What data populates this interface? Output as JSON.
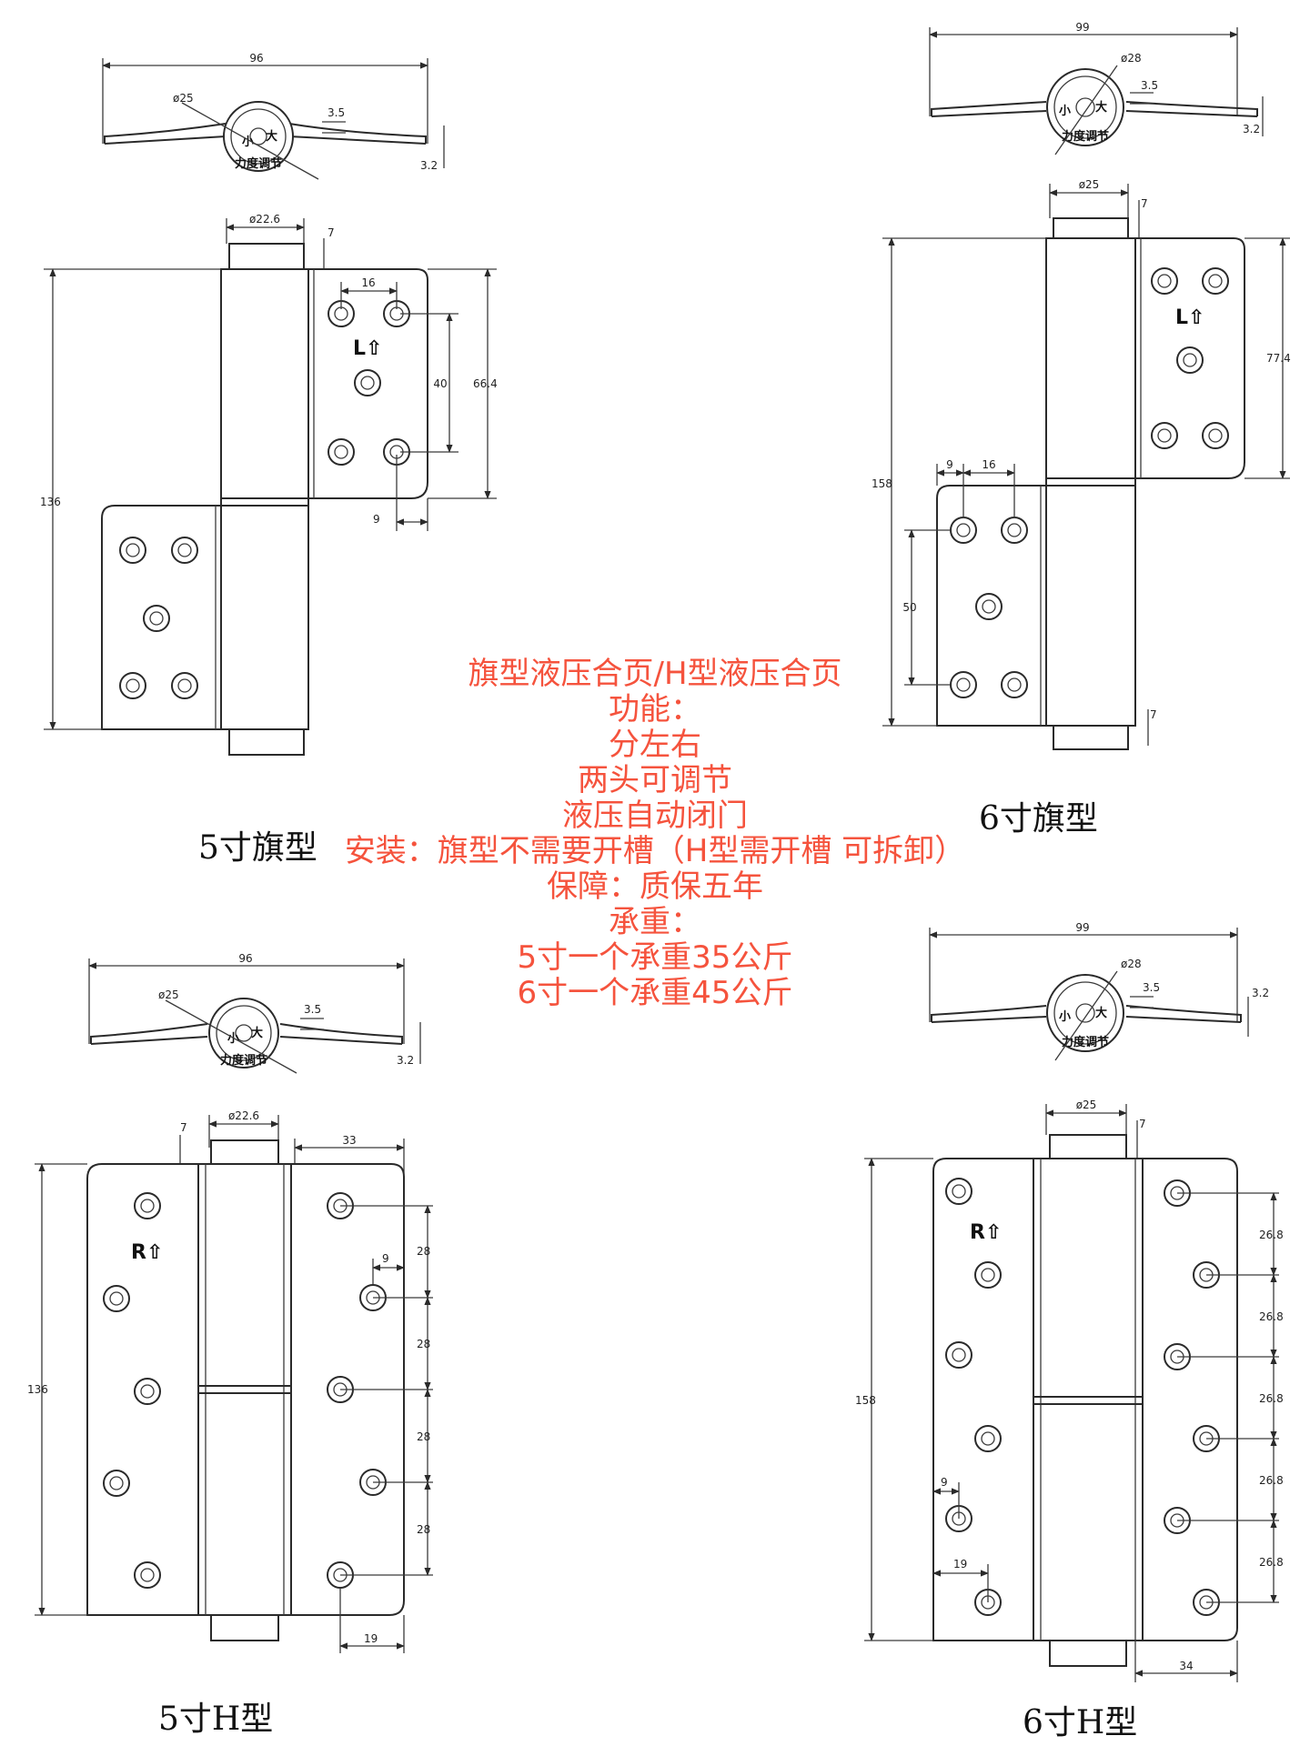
{
  "info_lines": [
    "旗型液压合页/H型液压合页",
    "功能：",
    "分左右",
    "两头可调节",
    "液压自动闭门",
    "安装：旗型不需要开槽（H型需开槽 可拆卸）",
    "保障：质保五年",
    "承重：",
    "5寸一个承重35公斤",
    "6寸一个承重45公斤"
  ],
  "hinges": [
    {
      "caption": "5寸旗型",
      "top_view": {
        "width": "96",
        "diameter": "ø25",
        "offset": "3.5",
        "thickness": "3.2"
      },
      "dims": {
        "pin": "ø22.6",
        "pin_ext": "7",
        "hole_pitch_x": "16",
        "hole_pitch_y": "40",
        "leaf_height": "66.4",
        "edge": "9",
        "total": "136"
      },
      "mark": "L⇧"
    },
    {
      "caption": "6寸旗型",
      "top_view": {
        "width": "99",
        "diameter": "ø28",
        "offset": "3.5",
        "thickness": "3.2"
      },
      "dims": {
        "pin": "ø25",
        "pin_ext": "7",
        "pin_ext_bottom": "7",
        "hole_pitch_x": "16",
        "edge": "9",
        "hole_pitch_y": "50",
        "leaf_height": "77.4",
        "total": "158"
      },
      "mark": "L⇧"
    },
    {
      "caption": "5寸H型",
      "top_view": {
        "width": "96",
        "diameter": "ø25",
        "offset": "3.5",
        "thickness": "3.2"
      },
      "dims": {
        "pin": "ø22.6",
        "pin_ext": "7",
        "leaf_width": "33",
        "hole_pitch": "28",
        "edge": "9",
        "edge2": "19",
        "total": "136"
      },
      "mark": "R⇧"
    },
    {
      "caption": "6寸H型",
      "top_view": {
        "width": "99",
        "diameter": "ø28",
        "offset": "3.5",
        "thickness": "3.2"
      },
      "dims": {
        "pin": "ø25",
        "pin_ext": "7",
        "hole_pitch": "26.8",
        "edge": "9",
        "edge2": "19",
        "leaf_width": "34",
        "total": "158"
      },
      "mark": "R⇧"
    }
  ],
  "hub_text": {
    "small": "小",
    "large": "大",
    "bottom": "力度调节"
  }
}
